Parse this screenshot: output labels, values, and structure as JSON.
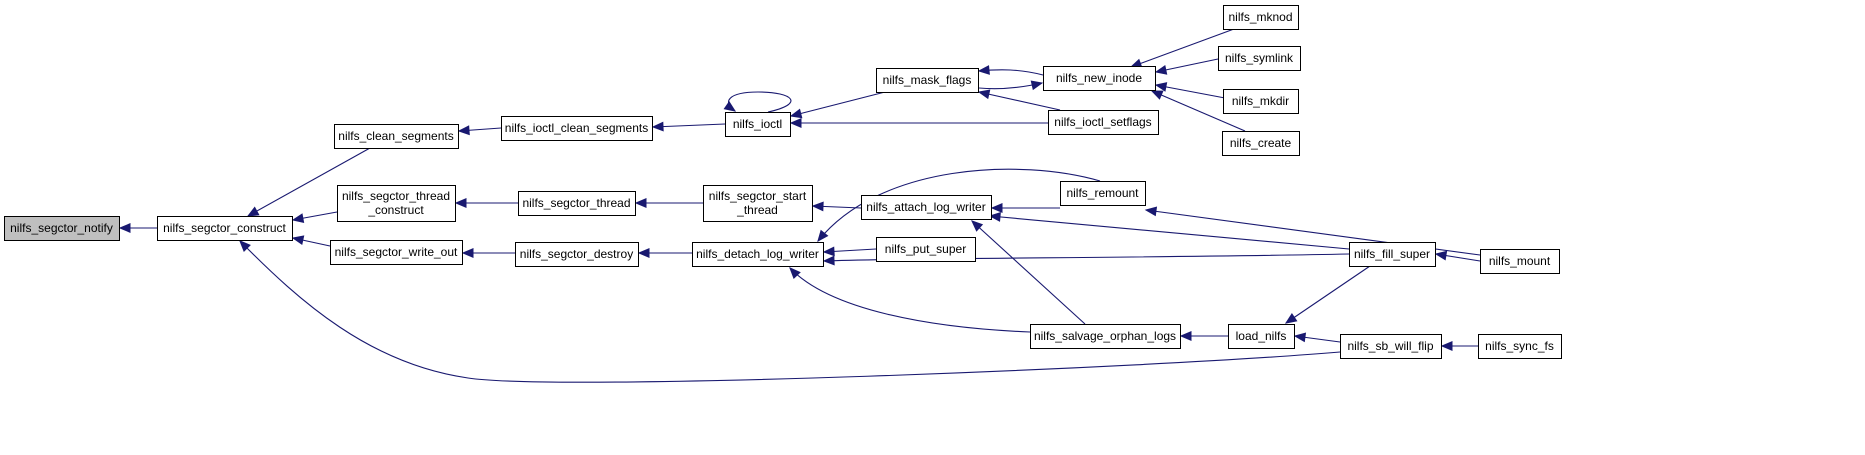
{
  "diagram": {
    "nodes": [
      {
        "id": "notify",
        "lines": [
          "nilfs_segctor_notify"
        ],
        "focus": true
      },
      {
        "id": "construct",
        "lines": [
          "nilfs_segctor_construct"
        ]
      },
      {
        "id": "clean_segments",
        "lines": [
          "nilfs_clean_segments"
        ]
      },
      {
        "id": "thread_construct",
        "lines": [
          "nilfs_segctor_thread",
          "_construct"
        ]
      },
      {
        "id": "write_out",
        "lines": [
          "nilfs_segctor_write_out"
        ]
      },
      {
        "id": "ioctl_clean_segments",
        "lines": [
          "nilfs_ioctl_clean_segments"
        ]
      },
      {
        "id": "segctor_thread",
        "lines": [
          "nilfs_segctor_thread"
        ]
      },
      {
        "id": "segctor_destroy",
        "lines": [
          "nilfs_segctor_destroy"
        ]
      },
      {
        "id": "ioctl",
        "lines": [
          "nilfs_ioctl"
        ]
      },
      {
        "id": "start_thread",
        "lines": [
          "nilfs_segctor_start",
          "_thread"
        ]
      },
      {
        "id": "detach_log_writer",
        "lines": [
          "nilfs_detach_log_writer"
        ]
      },
      {
        "id": "mask_flags",
        "lines": [
          "nilfs_mask_flags"
        ]
      },
      {
        "id": "attach_log_writer",
        "lines": [
          "nilfs_attach_log_writer"
        ]
      },
      {
        "id": "put_super",
        "lines": [
          "nilfs_put_super"
        ]
      },
      {
        "id": "new_inode",
        "lines": [
          "nilfs_new_inode"
        ]
      },
      {
        "id": "ioctl_setflags",
        "lines": [
          "nilfs_ioctl_setflags"
        ]
      },
      {
        "id": "remount",
        "lines": [
          "nilfs_remount"
        ]
      },
      {
        "id": "salvage_orphan_logs",
        "lines": [
          "nilfs_salvage_orphan_logs"
        ]
      },
      {
        "id": "mknod",
        "lines": [
          "nilfs_mknod"
        ]
      },
      {
        "id": "symlink",
        "lines": [
          "nilfs_symlink"
        ]
      },
      {
        "id": "mkdir",
        "lines": [
          "nilfs_mkdir"
        ]
      },
      {
        "id": "create",
        "lines": [
          "nilfs_create"
        ]
      },
      {
        "id": "load_nilfs",
        "lines": [
          "load_nilfs"
        ]
      },
      {
        "id": "fill_super",
        "lines": [
          "nilfs_fill_super"
        ]
      },
      {
        "id": "sb_will_flip",
        "lines": [
          "nilfs_sb_will_flip"
        ]
      },
      {
        "id": "mount",
        "lines": [
          "nilfs_mount"
        ]
      },
      {
        "id": "sync_fs",
        "lines": [
          "nilfs_sync_fs"
        ]
      }
    ],
    "edges": [
      {
        "from": "construct",
        "to": "notify"
      },
      {
        "from": "clean_segments",
        "to": "construct"
      },
      {
        "from": "thread_construct",
        "to": "construct"
      },
      {
        "from": "write_out",
        "to": "construct"
      },
      {
        "from": "sb_will_flip",
        "to": "construct"
      },
      {
        "from": "ioctl_clean_segments",
        "to": "clean_segments"
      },
      {
        "from": "segctor_thread",
        "to": "thread_construct"
      },
      {
        "from": "segctor_destroy",
        "to": "write_out"
      },
      {
        "from": "ioctl",
        "to": "ioctl_clean_segments"
      },
      {
        "from": "ioctl",
        "to": "ioctl"
      },
      {
        "from": "start_thread",
        "to": "segctor_thread"
      },
      {
        "from": "detach_log_writer",
        "to": "segctor_destroy"
      },
      {
        "from": "mask_flags",
        "to": "ioctl"
      },
      {
        "from": "ioctl_setflags",
        "to": "ioctl"
      },
      {
        "from": "attach_log_writer",
        "to": "start_thread"
      },
      {
        "from": "remount",
        "to": "detach_log_writer"
      },
      {
        "from": "put_super",
        "to": "detach_log_writer"
      },
      {
        "from": "fill_super",
        "to": "detach_log_writer"
      },
      {
        "from": "salvage_orphan_logs",
        "to": "detach_log_writer"
      },
      {
        "from": "new_inode",
        "to": "mask_flags"
      },
      {
        "from": "ioctl_setflags",
        "to": "mask_flags"
      },
      {
        "from": "mask_flags",
        "to": "new_inode"
      },
      {
        "from": "remount",
        "to": "attach_log_writer"
      },
      {
        "from": "fill_super",
        "to": "attach_log_writer"
      },
      {
        "from": "salvage_orphan_logs",
        "to": "attach_log_writer"
      },
      {
        "from": "mknod",
        "to": "new_inode"
      },
      {
        "from": "symlink",
        "to": "new_inode"
      },
      {
        "from": "mkdir",
        "to": "new_inode"
      },
      {
        "from": "create",
        "to": "new_inode"
      },
      {
        "from": "mount",
        "to": "remount"
      },
      {
        "from": "load_nilfs",
        "to": "salvage_orphan_logs"
      },
      {
        "from": "fill_super",
        "to": "load_nilfs"
      },
      {
        "from": "sb_will_flip",
        "to": "load_nilfs"
      },
      {
        "from": "mount",
        "to": "fill_super"
      },
      {
        "from": "sync_fs",
        "to": "sb_will_flip"
      }
    ],
    "colors": {
      "edge": "#191970",
      "focus_fill": "#bfbfbf",
      "node_fill": "#ffffff",
      "border": "#000000"
    }
  }
}
